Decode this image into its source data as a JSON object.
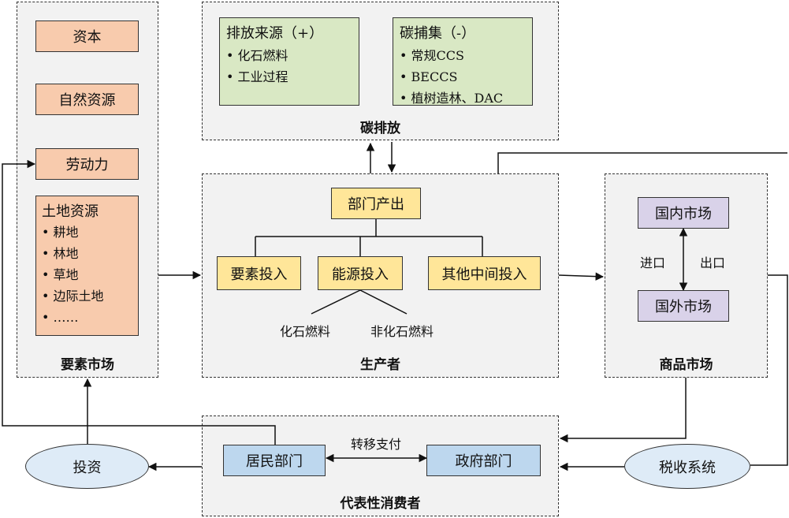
{
  "factor_market": {
    "title": "要素市场",
    "capital": "资本",
    "natural_resources": "自然资源",
    "labor": "劳动力",
    "land": {
      "title": "土地资源",
      "items": [
        "耕地",
        "林地",
        "草地",
        "边际土地",
        "……"
      ]
    }
  },
  "carbon": {
    "title": "碳排放",
    "sources": {
      "title": "排放来源（+）",
      "items": [
        "化石燃料",
        "工业过程"
      ]
    },
    "capture": {
      "title": "碳捕集（-）",
      "items": [
        "常规CCS",
        "BECCS",
        "植树造林、DAC"
      ]
    }
  },
  "producer": {
    "title": "生产者",
    "output": "部门产出",
    "factor_input": "要素投入",
    "energy_input": "能源投入",
    "other_input": "其他中间投入",
    "fossil": "化石燃料",
    "non_fossil": "非化石燃料"
  },
  "goods_market": {
    "title": "商品市场",
    "domestic": "国内市场",
    "foreign": "国外市场",
    "import": "进口",
    "export": "出口"
  },
  "consumer": {
    "title": "代表性消费者",
    "household": "居民部门",
    "government": "政府部门",
    "transfer": "转移支付"
  },
  "investment": "投资",
  "tax_system": "税收系统"
}
